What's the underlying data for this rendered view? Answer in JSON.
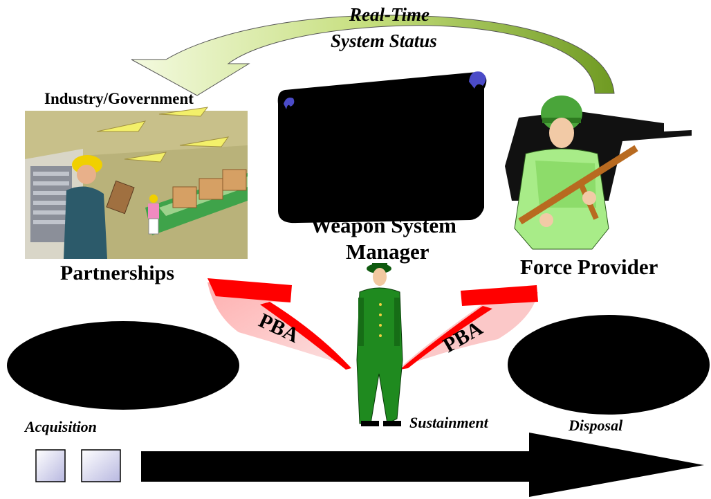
{
  "feedback": {
    "line1": "Real-Time",
    "line2": "System Status"
  },
  "partnerships": {
    "top_label": "Industry/Government",
    "label": "Partnerships"
  },
  "manager": {
    "line1": "Weapon System",
    "line2": "Manager"
  },
  "force": {
    "label": "Force Provider"
  },
  "pba": {
    "left": "PBA",
    "right": "PBA"
  },
  "lifecycle": {
    "acquisition": "Acquisition",
    "sustainment": "Sustainment",
    "disposal": "Disposal"
  },
  "colors": {
    "feedback_arrow": "#8db43a",
    "feedback_arrow_light": "#e8f3c8",
    "pba_red": "#ff0000",
    "pba_pink": "#f8c4c4",
    "uniform_green": "#1f8a1f",
    "soldier_green": "#9be07a",
    "box_fill": "#dcdcf0"
  },
  "icons": [
    "warehouse-worker-clipart",
    "scroll-icon",
    "soldier-tank-clipart",
    "officer-clipart"
  ]
}
